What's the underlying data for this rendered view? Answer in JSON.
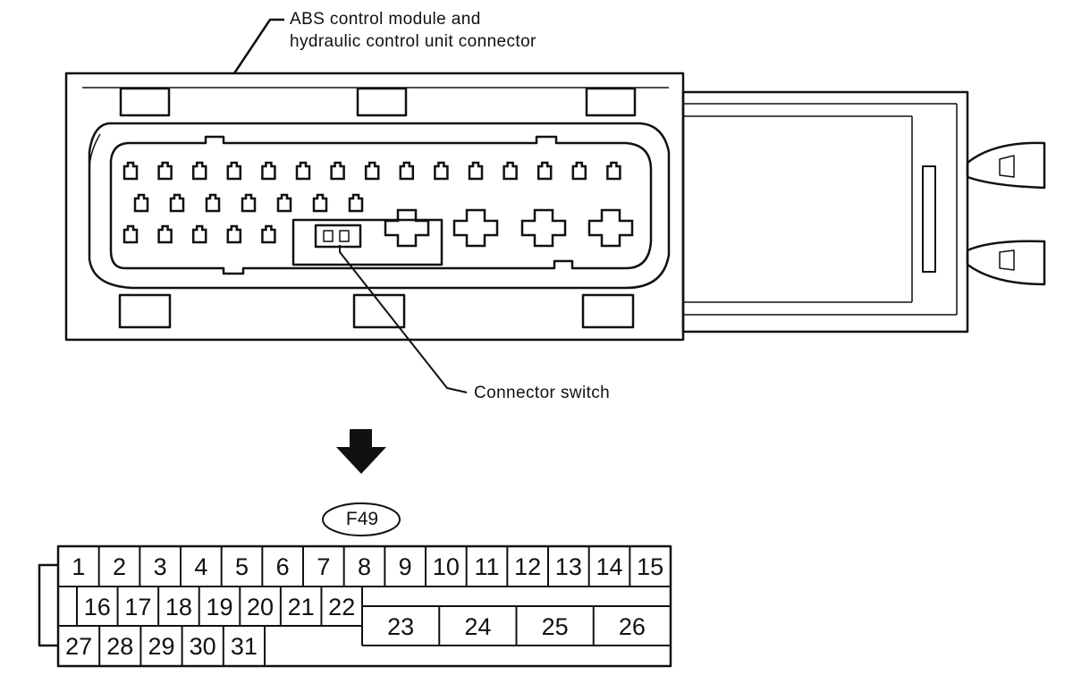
{
  "labels": {
    "module_line1": "ABS control module and",
    "module_line2": "hydraulic control unit connector",
    "connector_switch": "Connector switch",
    "connector_code": "F49"
  },
  "pins": {
    "row1": [
      "1",
      "2",
      "3",
      "4",
      "5",
      "6",
      "7",
      "8",
      "9",
      "10",
      "11",
      "12",
      "13",
      "14",
      "15"
    ],
    "row2": [
      "16",
      "17",
      "18",
      "19",
      "20",
      "21",
      "22"
    ],
    "row3": [
      "27",
      "28",
      "29",
      "30",
      "31"
    ],
    "large": [
      "23",
      "24",
      "25",
      "26"
    ]
  },
  "colors": {
    "ink": "#111111",
    "background": "#ffffff"
  },
  "icons": {
    "arrow": "down-arrow-icon"
  }
}
